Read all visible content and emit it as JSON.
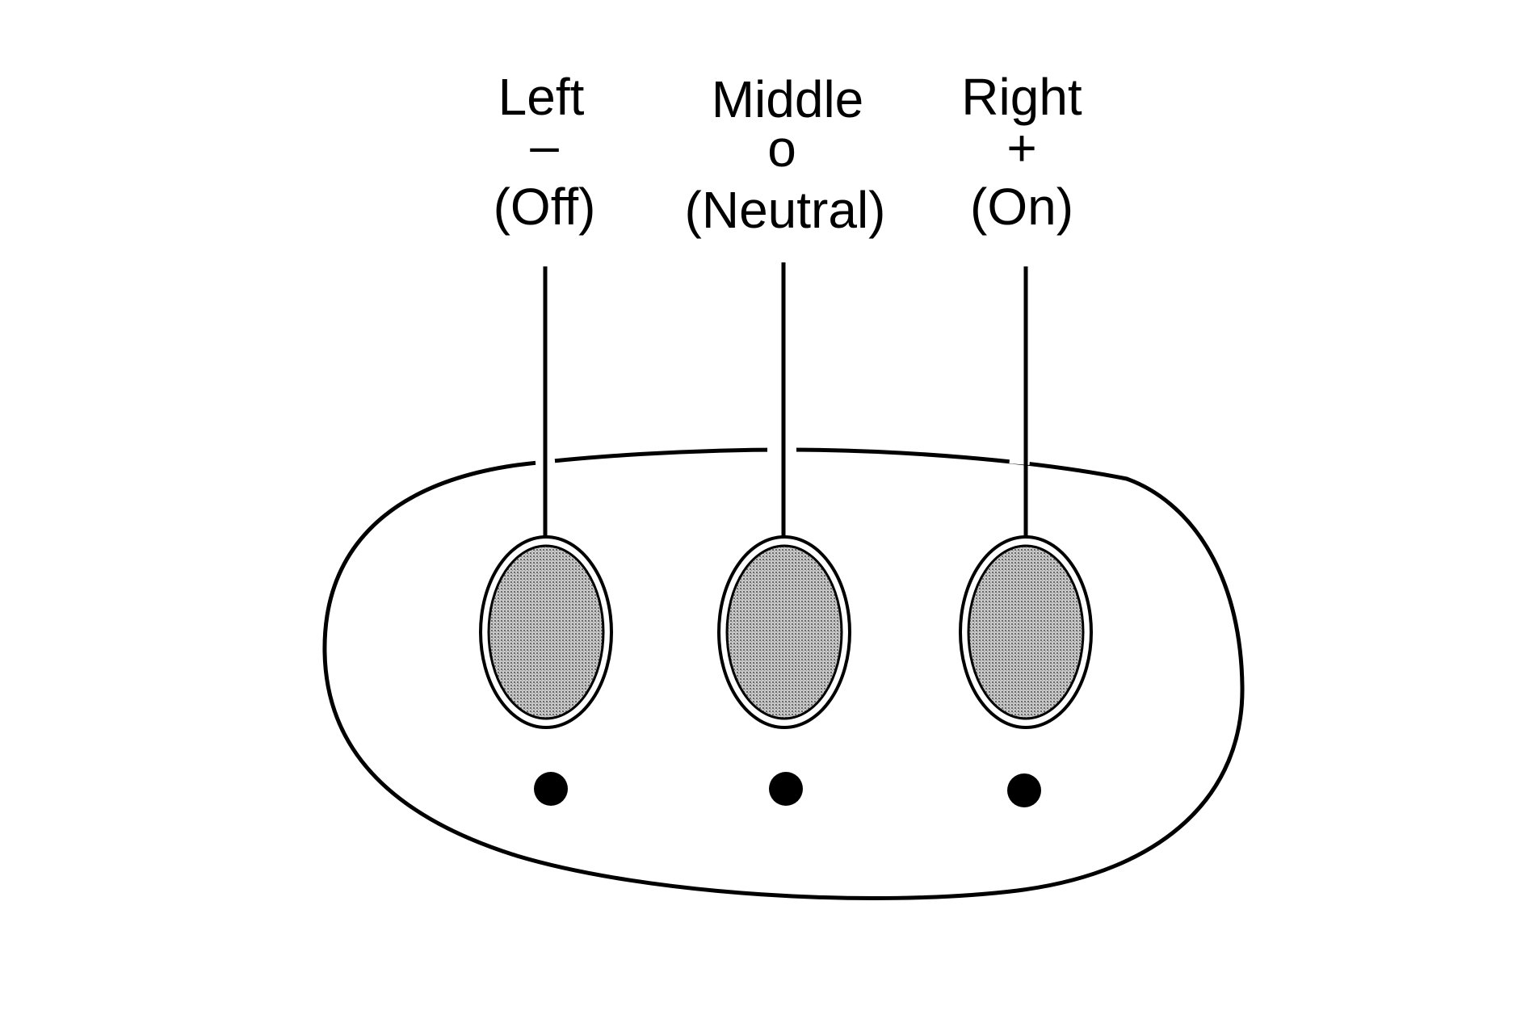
{
  "positions": [
    {
      "id": "left",
      "name": "Left",
      "symbol": "–",
      "state": "(Off)"
    },
    {
      "id": "middle",
      "name": "Middle",
      "symbol": "o",
      "state": "(Neutral)"
    },
    {
      "id": "right",
      "name": "Right",
      "symbol": "+",
      "state": "(On)"
    }
  ],
  "colors": {
    "line": "#000000",
    "background": "#ffffff",
    "button_fill": "#b8b8b8"
  }
}
